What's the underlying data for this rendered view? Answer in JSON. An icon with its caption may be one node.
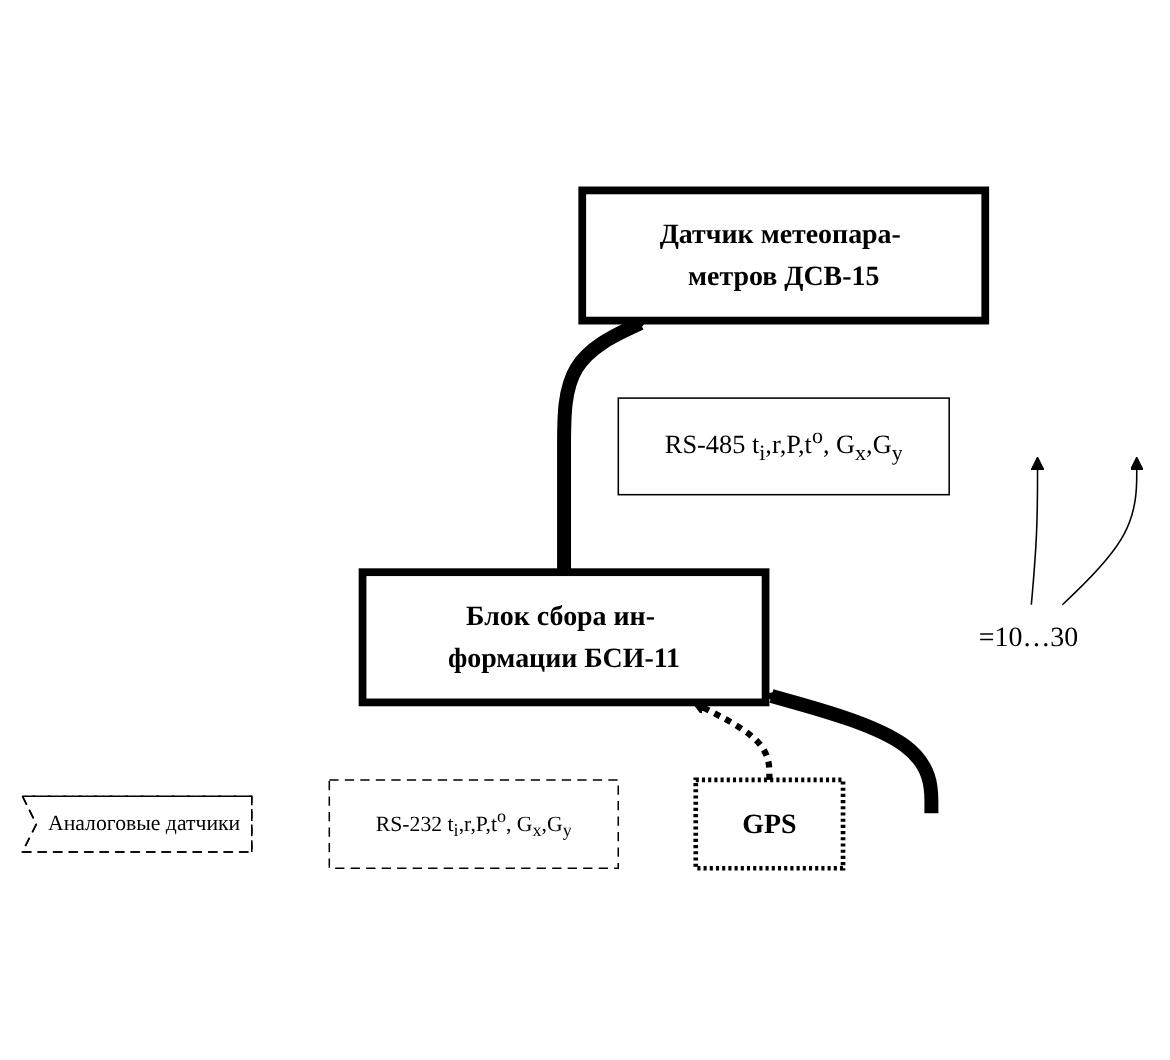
{
  "diagram": {
    "nodes": [
      {
        "text": [
          "Датчик метеопара- метров ДСВ-15"
        ]
      },
      {
        "text": [
          "RS-485 t$_{i}$,r,P,t$^{o}$, G$_{x}$,G$_{y}$"
        ]
      },
      {
        "text": [
          "Блок сбора ин- формации БСИ-11"
        ]
      },
      {
        "text": [
          "Аналоговые датчики"
        ]
      },
      {
        "text": [
          "RS-232 t$_{i}$,r,P,t$^{o}$, G$_{x}$,G$_{y}$"
        ]
      },
      {
        "text": [
          "GPS"
        ]
      },
      {
        "text": [
          "=10…30"
        ]
      }
    ],
    "edges": [
      {
        "from": null,
        "to": 2,
        "arrow": "to",
        "style": "thick"
      },
      {
        "from": 2,
        "to": 0,
        "arrow": "to",
        "style": "thick"
      },
      {
        "from": 5,
        "to": 2,
        "arrow": "to",
        "style": "dashed"
      },
      {
        "from": 6,
        "to": null,
        "arrow": "to"
      },
      {
        "from": 6,
        "to": null,
        "arrow": "to"
      }
    ]
  }
}
